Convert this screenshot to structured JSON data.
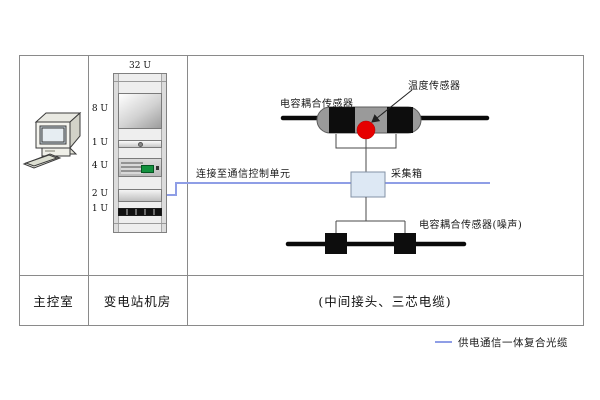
{
  "table": {
    "rooms": [
      {
        "label": "主控室"
      },
      {
        "label": "变电站机房"
      },
      {
        "label": "(中间接头、三芯电缆)"
      }
    ]
  },
  "rack": {
    "title": "32 U",
    "units": [
      {
        "label": "8 U"
      },
      {
        "label": "1 U"
      },
      {
        "label": "4 U"
      },
      {
        "label": "2 U"
      },
      {
        "label": "1 U"
      }
    ]
  },
  "diagram": {
    "temp_sensor_label": "温度传感器",
    "capacitive_sensor_label": "电容耦合传感器",
    "link_label": "连接至通信控制单元",
    "collection_box_label": "采集箱",
    "noise_sensor_label": "电容耦合传感器(噪声)"
  },
  "legend": {
    "fiber_label": "供电通信一体复合光缆"
  },
  "colors": {
    "fiber_line": "#8f9ee6",
    "joint_body": "#9a9a9a",
    "sensor_red": "#e60000",
    "collection_box_fill": "#dde8f4",
    "border_gray": "#8a8a8a"
  }
}
